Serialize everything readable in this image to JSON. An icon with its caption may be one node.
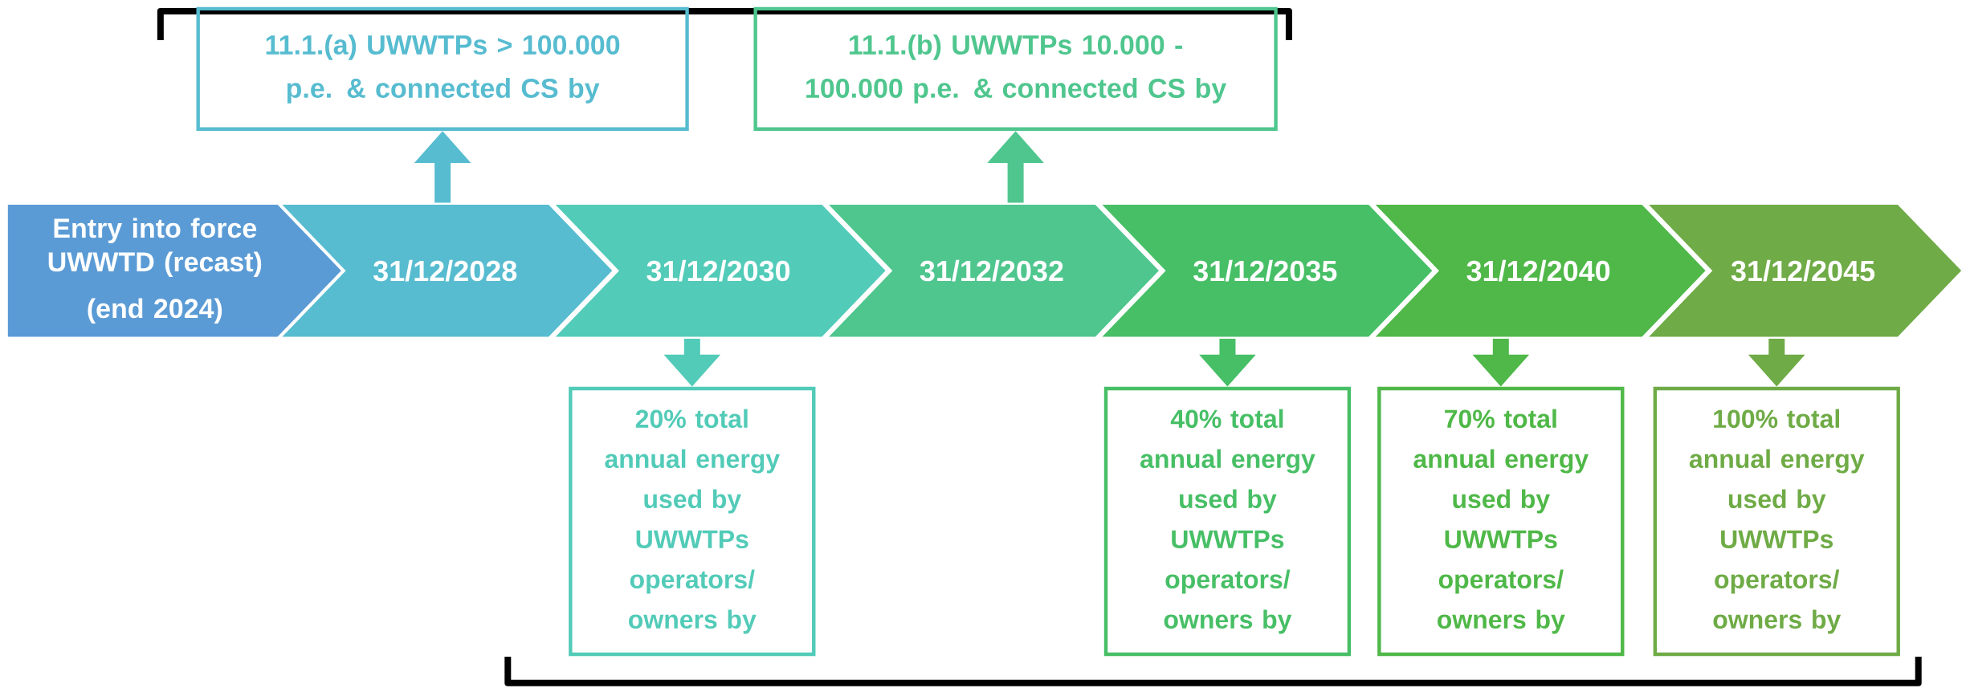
{
  "diagram": {
    "nodes": [
      {
        "text": [
          "11.1.(a) UWWTPs > 100.000 p.e. & connected CS by"
        ]
      },
      {
        "text": [
          "11.1.(b) UWWTPs 10.000 - 100.000 p.e. & connected CS by"
        ]
      },
      {
        "text": [
          "Entry into force UWWTD (recast)",
          "(end 2024)"
        ]
      },
      {
        "text": [
          "31/12/2028"
        ]
      },
      {
        "text": [
          "31/12/2030"
        ]
      },
      {
        "text": [
          "31/12/2032"
        ]
      },
      {
        "text": [
          "31/12/2035"
        ]
      },
      {
        "text": [
          "31/12/2040"
        ]
      },
      {
        "text": [
          "31/12/2045"
        ]
      },
      {
        "text": [
          "20% total annual energy used by UWWTPs operators/ owners by"
        ]
      },
      {
        "text": [
          "40% total annual energy used by UWWTPs operators/ owners by"
        ]
      },
      {
        "text": [
          "70% total annual energy used by UWWTPs operators/ owners by"
        ]
      },
      {
        "text": [
          "100% total annual energy used by UWWTPs operators/ owners by"
        ]
      }
    ],
    "edges": [
      {
        "from": 3,
        "to": 0,
        "arrow": "to",
        "color": "#57bcd0"
      },
      {
        "from": 5,
        "to": 1,
        "arrow": "to",
        "color": "#4fc68e"
      },
      {
        "from": 4,
        "to": 9,
        "arrow": "to",
        "color": "#52cbb8"
      },
      {
        "from": 6,
        "to": 10,
        "arrow": "to",
        "color": "#47bf66"
      },
      {
        "from": 7,
        "to": 11,
        "arrow": "to",
        "color": "#4fb848"
      },
      {
        "from": 8,
        "to": 12,
        "arrow": "to",
        "color": "#6fab46"
      }
    ]
  }
}
